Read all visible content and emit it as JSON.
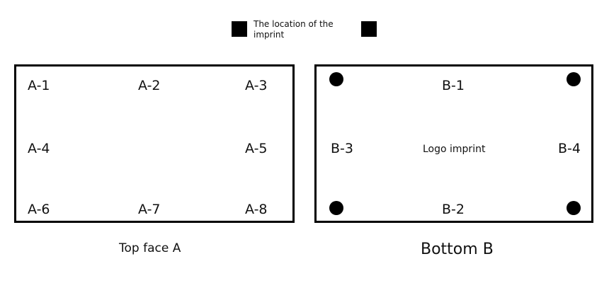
{
  "legend": {
    "text_line1": "The location of the",
    "text_line2": "imprint",
    "left_marker_icon": "black-square-icon",
    "right_marker_icon": "black-square-icon"
  },
  "top_face": {
    "caption": "Top face A",
    "positions": {
      "a1": "A-1",
      "a2": "A-2",
      "a3": "A-3",
      "a4": "A-4",
      "a5": "A-5",
      "a6": "A-6",
      "a7": "A-7",
      "a8": "A-8"
    }
  },
  "bottom_face": {
    "caption": "Bottom B",
    "center_label": "Logo imprint",
    "positions": {
      "b1": "B-1",
      "b2": "B-2",
      "b3": "B-3",
      "b4": "B-4"
    },
    "corner_marker_icon": "black-circle-icon"
  },
  "colors": {
    "ink": "#000000",
    "background": "#ffffff"
  }
}
